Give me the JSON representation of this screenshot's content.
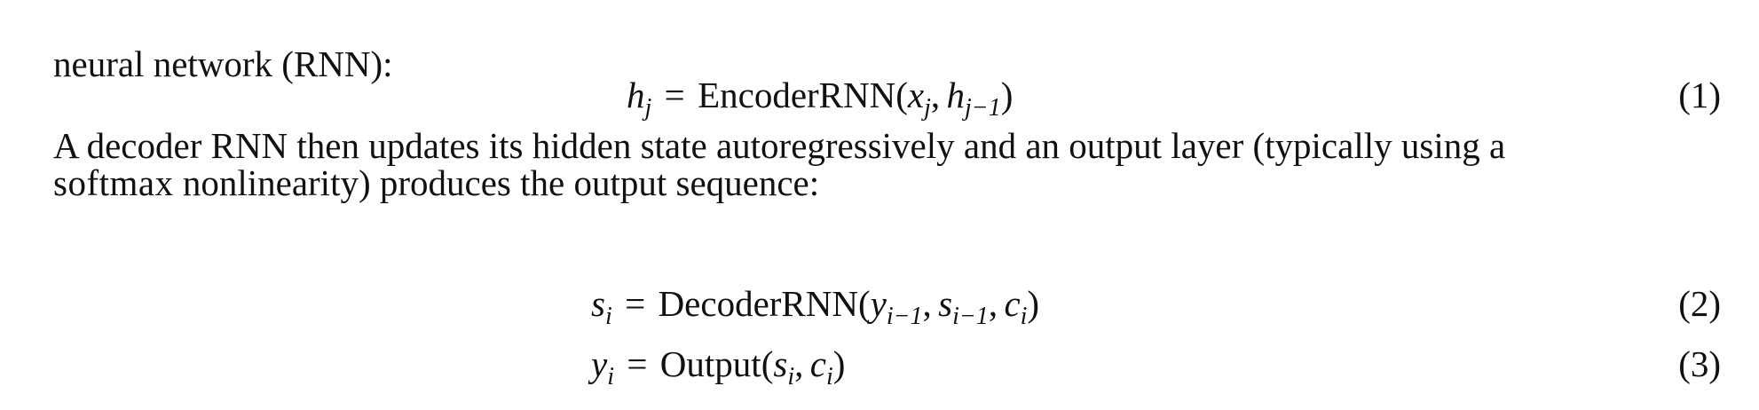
{
  "paragraph1": {
    "text": "neural network (RNN):"
  },
  "equations": [
    {
      "number": "(1)",
      "lhs": {
        "var": "h",
        "sub": "j"
      },
      "func": "EncoderRNN",
      "args": [
        {
          "var": "x",
          "sub": "j"
        },
        {
          "var": "h",
          "sub": "j−1"
        }
      ]
    },
    {
      "number": "(2)",
      "lhs": {
        "var": "s",
        "sub": "i"
      },
      "func": "DecoderRNN",
      "args": [
        {
          "var": "y",
          "sub": "i−1"
        },
        {
          "var": "s",
          "sub": "i−1"
        },
        {
          "var": "c",
          "sub": "i"
        }
      ]
    },
    {
      "number": "(3)",
      "lhs": {
        "var": "y",
        "sub": "i"
      },
      "func": "Output",
      "args": [
        {
          "var": "s",
          "sub": "i"
        },
        {
          "var": "c",
          "sub": "i"
        }
      ]
    }
  ],
  "paragraph2": {
    "line1": "A decoder RNN then updates its hidden state autoregressively and an output layer (typically using a",
    "line2_math": "softmax",
    "line2_rest": " nonlinearity) produces the output sequence:"
  }
}
